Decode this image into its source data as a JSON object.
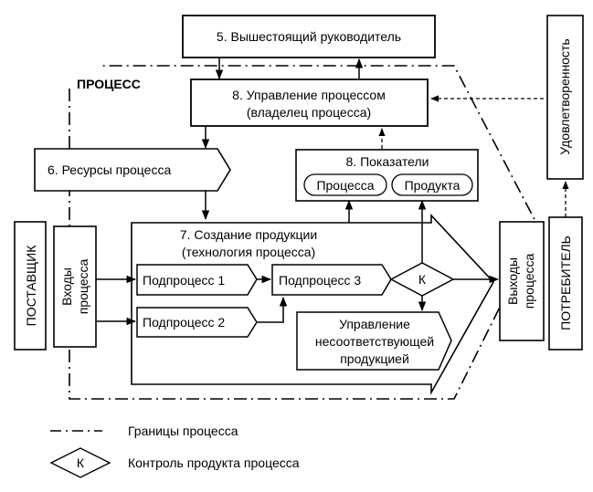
{
  "diagram": {
    "top_manager": "5. Вышестоящий руководитель",
    "process_label": "ПРОЦЕСС",
    "management_line1": "8. Управление процессом",
    "management_line2": "(владелец процесса)",
    "resources": "6. Ресурсы процесса",
    "indicators_title": "8. Показатели",
    "indicator_process": "Процесса",
    "indicator_product": "Продукта",
    "creation_line1": "7. Создание продукции",
    "creation_line2": "(технология процесса)",
    "subprocess1": "Подпроцесс 1",
    "subprocess2": "Подпроцесс 2",
    "subprocess3": "Подпроцесс 3",
    "control_symbol": "К",
    "nonconforming_line1": "Управление",
    "nonconforming_line2": "несоответствующей",
    "nonconforming_line3": "продукцией",
    "supplier": "ПОСТАВЩИК",
    "inputs_line1": "Входы",
    "inputs_line2": "процесса",
    "outputs_line1": "Выходы",
    "outputs_line2": "процесса",
    "consumer": "ПОТРЕБИТЕЛЬ",
    "satisfaction": "Удовлетворенность"
  },
  "legend": {
    "boundary_label": "Границы процесса",
    "control_symbol": "К",
    "control_label": "Контроль продукта процесса"
  }
}
